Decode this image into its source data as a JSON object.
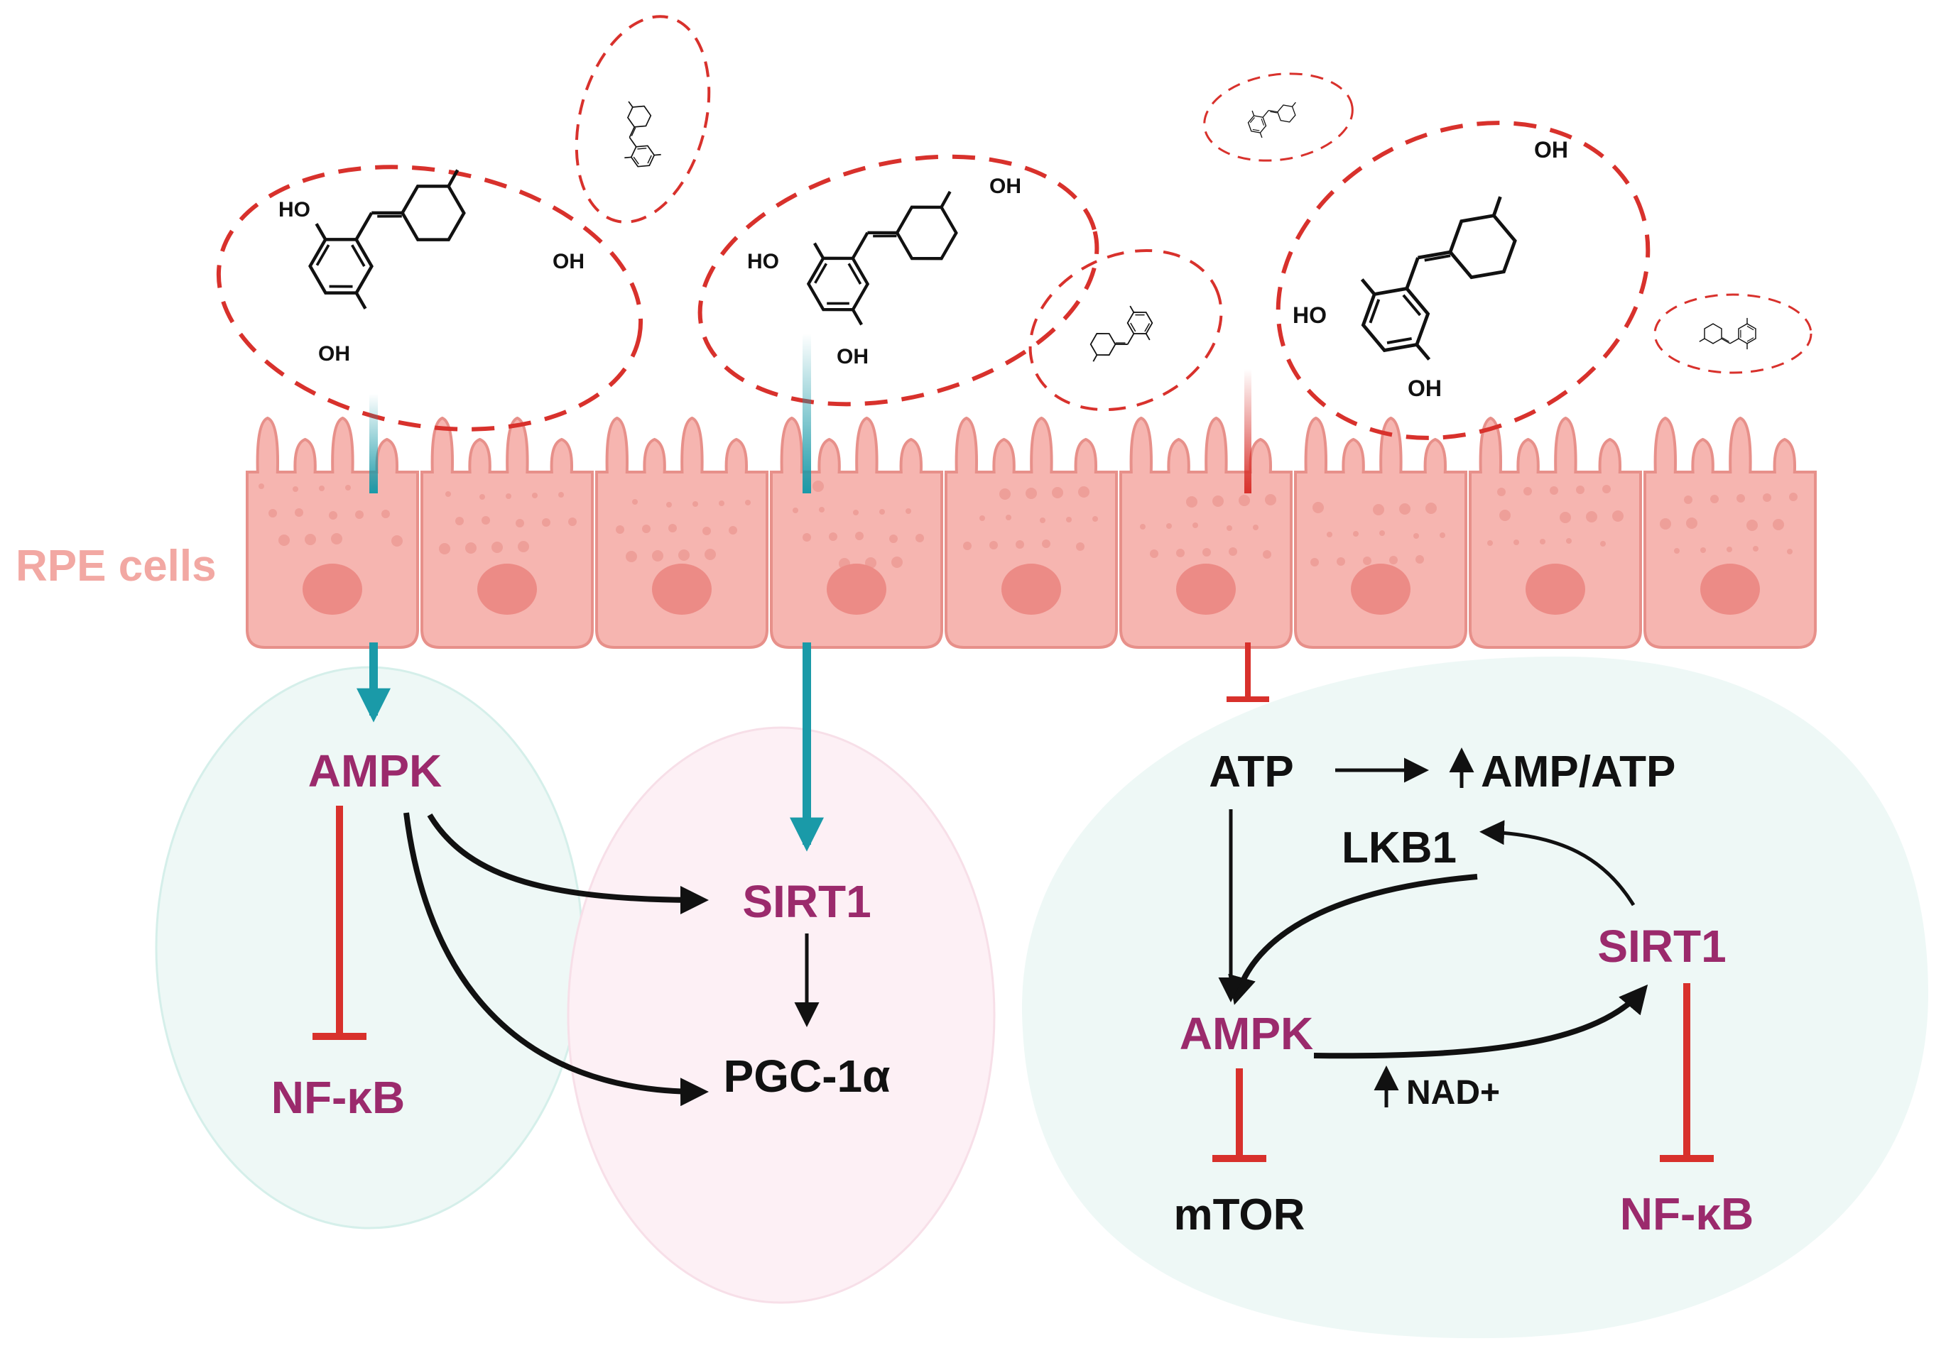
{
  "tissue_label": "RPE cells",
  "molecule": {
    "oh": "OH",
    "ho": "HO"
  },
  "left_pathway": {
    "ampk": "AMPK",
    "nfkb": "NF-κB",
    "sirt1": "SIRT1",
    "pgc1a": "PGC-1α"
  },
  "right_pathway": {
    "atp": "ATP",
    "amp_atp": "AMP/ATP",
    "lkb1": "LKB1",
    "sirt1": "SIRT1",
    "ampk": "AMPK",
    "nad": "NAD+",
    "mtor": "mTOR",
    "nfkb": "NF-κB"
  },
  "colors": {
    "activate_arrow": "#1a9aa8",
    "inhibit": "#d8312c",
    "protein": "#9b2a6c",
    "text": "#111111",
    "rpe_label": "#f2a8a3",
    "cell_fill": "#f6b5b0",
    "nucleus": "#ec8b86",
    "bubble_green": "#eef8f6",
    "bubble_pink": "#fdf0f5",
    "dashed_outline": "#d8312c"
  }
}
